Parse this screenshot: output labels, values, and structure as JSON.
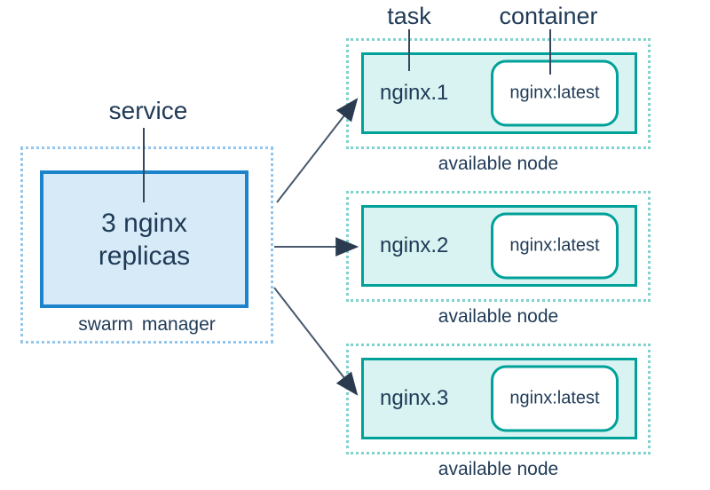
{
  "labels": {
    "service": "service",
    "task": "task",
    "container": "container"
  },
  "swarm_manager": {
    "service_text": "3 nginx\nreplicas",
    "caption": "swarm manager"
  },
  "nodes": [
    {
      "task_label": "nginx.1",
      "container_label": "nginx:latest",
      "caption": "available node"
    },
    {
      "task_label": "nginx.2",
      "container_label": "nginx:latest",
      "caption": "available node"
    },
    {
      "task_label": "nginx.3",
      "container_label": "nginx:latest",
      "caption": "available node"
    }
  ],
  "colors": {
    "text": "#1f3a56",
    "service-border": "#1b84cb",
    "service-fill": "#d7eaf8",
    "swarm-dotted": "#93c6ec",
    "node-dotted": "#7fd2cd",
    "task-border": "#00a199",
    "task-fill": "#d8f3f1",
    "container-fill": "#ffffff",
    "arrow": "#47596c",
    "arrow-head": "#2b3b4f"
  }
}
